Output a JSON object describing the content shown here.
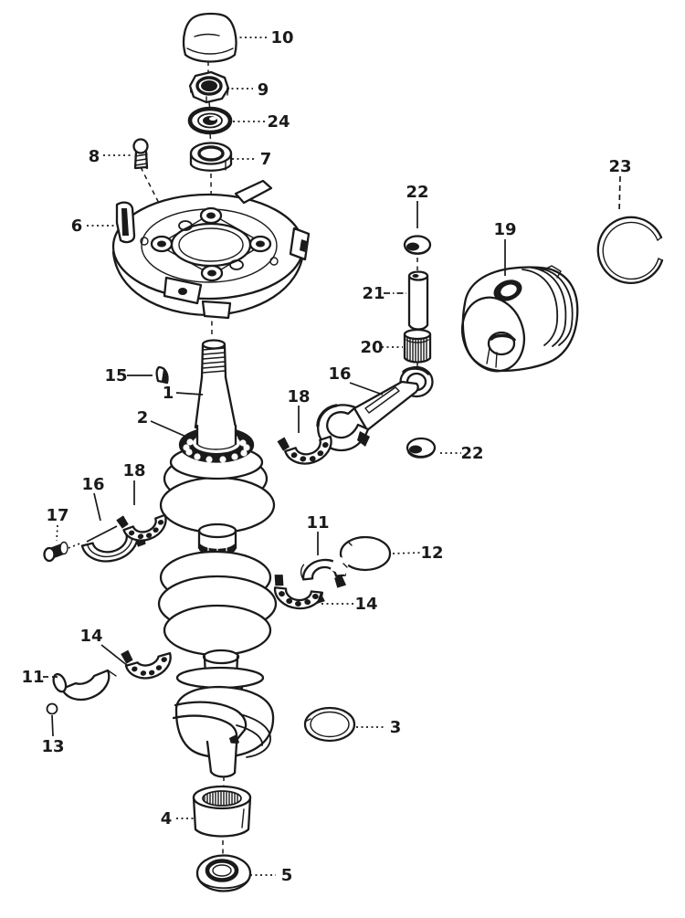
{
  "figure": {
    "colors": {
      "ink": "#1a1a1a",
      "paper": "#ffffff"
    },
    "callouts": [
      {
        "label": "10"
      },
      {
        "label": "9"
      },
      {
        "label": "24"
      },
      {
        "label": "7"
      },
      {
        "label": "8"
      },
      {
        "label": "6"
      },
      {
        "label": "15"
      },
      {
        "label": "1"
      },
      {
        "label": "2"
      },
      {
        "label": "16"
      },
      {
        "label": "18"
      },
      {
        "label": "22"
      },
      {
        "label": "21"
      },
      {
        "label": "20"
      },
      {
        "label": "19"
      },
      {
        "label": "23"
      },
      {
        "label": "22"
      },
      {
        "label": "17"
      },
      {
        "label": "16"
      },
      {
        "label": "18"
      },
      {
        "label": "11"
      },
      {
        "label": "12"
      },
      {
        "label": "14"
      },
      {
        "label": "14"
      },
      {
        "label": "11"
      },
      {
        "label": "13"
      },
      {
        "label": "3"
      },
      {
        "label": "4"
      },
      {
        "label": "5"
      }
    ]
  }
}
